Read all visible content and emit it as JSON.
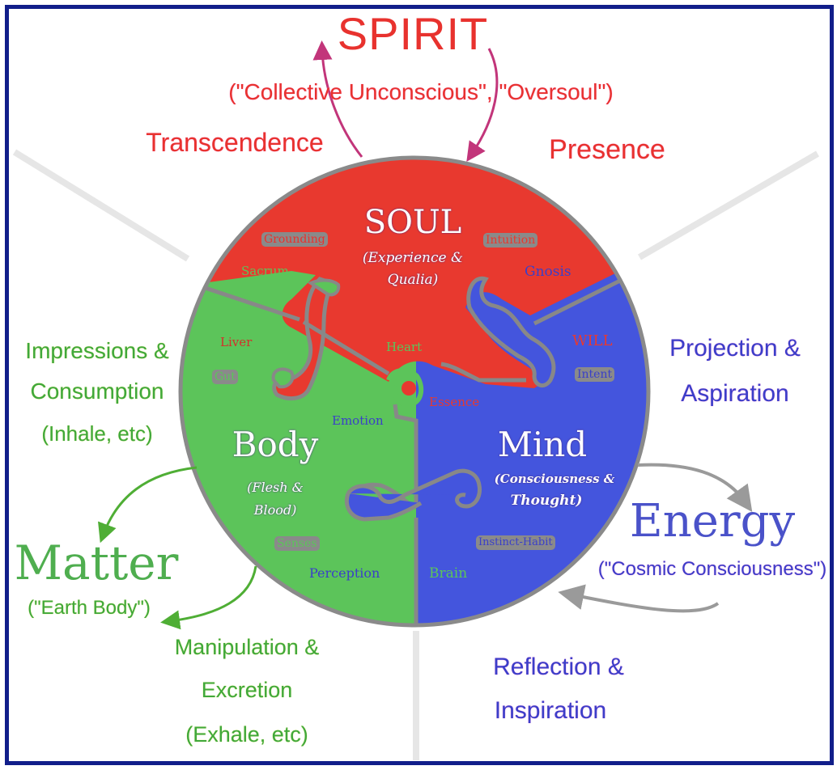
{
  "colors": {
    "frame": "#111e8a",
    "soul": "#e8392f",
    "body": "#5cc45a",
    "mind": "#4455dd",
    "outline": "#888888",
    "spirit_arrow": "#c2357a",
    "matter_arrow": "#4fae35",
    "energy_arrow": "#9a9a9a",
    "spoke": "#e6e6e6"
  },
  "spirit": {
    "title": "SPIRIT",
    "subtitle": "(\"Collective Unconscious\", \"Oversoul\")",
    "left": "Transcendence",
    "right": "Presence"
  },
  "soul": {
    "title": "SOUL",
    "subtitle_line1": "(Experience &",
    "subtitle_line2": "Qualia)",
    "grounding": "Grounding",
    "intuition": "Intuition",
    "sacrum": "Sacrum",
    "gnosis": "Gnosis",
    "heart": "Heart",
    "liver": "Liver",
    "will": "WILL",
    "essence": "Essence"
  },
  "body": {
    "title": "Body",
    "subtitle_line1": "(Flesh &",
    "subtitle_line2": "Blood)",
    "gut": "Gut",
    "emotion": "Emotion",
    "senses": "Senses",
    "perception": "Perception"
  },
  "mind": {
    "title": "Mind",
    "subtitle_line1": "(Consciousness &",
    "subtitle_line2": "Thought)",
    "intent": "Intent",
    "instinct": "Instinct-Habit",
    "brain": "Brain"
  },
  "left_side": {
    "impressions_line1": "Impressions &",
    "impressions_line2": "Consumption",
    "impressions_line3": "(Inhale, etc)",
    "matter_title": "Matter",
    "matter_subtitle": "(\"Earth Body\")",
    "manipulation_line1": "Manipulation &",
    "manipulation_line2": "Excretion",
    "manipulation_line3": "(Exhale, etc)"
  },
  "right_side": {
    "projection_line1": "Projection &",
    "projection_line2": "Aspiration",
    "energy_title": "Energy",
    "energy_subtitle": "(\"Cosmic Consciousness\")",
    "reflection_line1": "Reflection &",
    "reflection_line2": "Inspiration"
  }
}
